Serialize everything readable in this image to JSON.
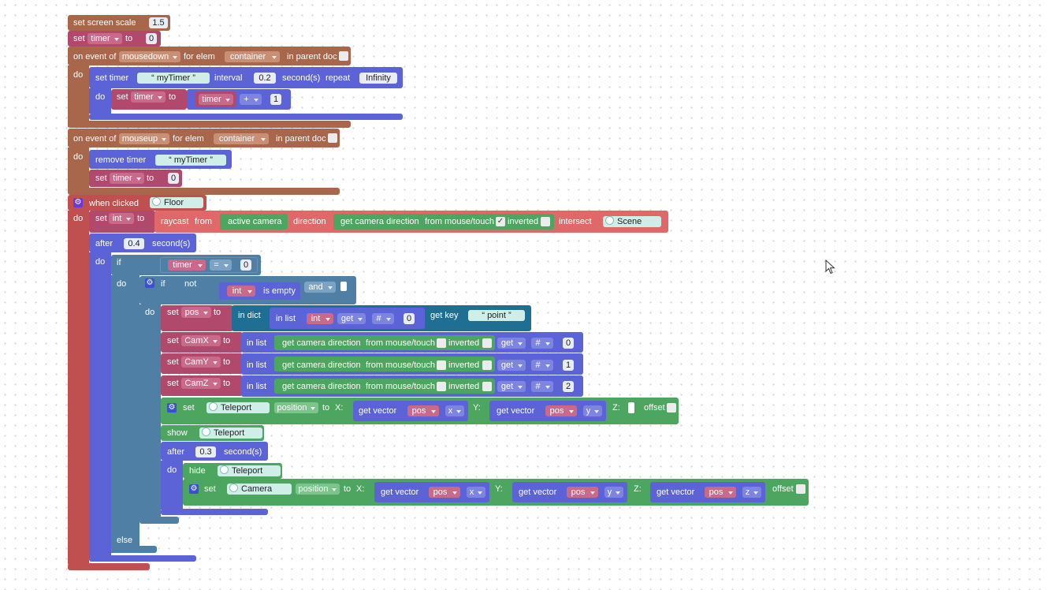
{
  "colors": {
    "brown": "#a8674a",
    "pink": "#b0496b",
    "red": "#c05050",
    "indigo": "#5b63d6",
    "steel": "#4f7fa4",
    "green": "#4ca65f",
    "teal": "#1f6f95"
  },
  "screen_scale": {
    "label": "set screen scale",
    "value": "1.5"
  },
  "init_timer": {
    "set": "set",
    "var": "timer",
    "to": "to",
    "value": "0"
  },
  "mousedown": {
    "label": "on event of",
    "event": "mousedown",
    "for_elem": "for elem",
    "elem": "container",
    "in_parent": "in parent doc",
    "do": "do",
    "set_timer": {
      "label": "set timer",
      "name": "myTimer",
      "interval": "interval",
      "interval_value": "0.2",
      "seconds": "second(s)",
      "repeat": "repeat",
      "repeat_value": "Infinity",
      "do": "do"
    },
    "inner": {
      "set": "set",
      "var": "timer",
      "to": "to",
      "lhs": "timer",
      "op": "+",
      "rhs": "1"
    }
  },
  "mouseup": {
    "label": "on event of",
    "event": "mouseup",
    "for_elem": "for elem",
    "elem": "container",
    "in_parent": "in parent doc",
    "do": "do",
    "remove": {
      "label": "remove timer",
      "name": "myTimer"
    },
    "reset": {
      "set": "set",
      "var": "timer",
      "to": "to",
      "value": "0"
    }
  },
  "clicked": {
    "label": "when clicked",
    "object": "Floor",
    "do": "do",
    "set_int": {
      "set": "set",
      "var": "int",
      "to": "to",
      "raycast": "raycast",
      "from": "from",
      "camera": "active camera",
      "direction": "direction",
      "get_dir": "get camera direction",
      "from_mouse": "from mouse/touch",
      "inverted": "inverted",
      "intersect": "intersect",
      "scene": "Scene"
    },
    "after1": {
      "label": "after",
      "value": "0.4",
      "seconds": "second(s)",
      "do": "do"
    },
    "if1": {
      "if": "if",
      "do": "do",
      "else": "else",
      "lhs": "timer",
      "op": "=",
      "rhs": "0"
    },
    "if2": {
      "if": "if",
      "not": "not",
      "var": "int",
      "is_empty": "is empty",
      "and": "and",
      "do": "do"
    },
    "set_pos": {
      "set": "set",
      "var": "pos",
      "to": "to",
      "in_dict": "in dict",
      "in_list": "in list",
      "list_var": "int",
      "get": "get",
      "hash": "#",
      "index": "0",
      "get_key": "get key",
      "key": "point"
    },
    "cams": [
      {
        "set": "set",
        "var": "CamX",
        "to": "to",
        "in_list": "in list",
        "get_dir": "get camera direction",
        "from_mouse": "from mouse/touch",
        "inverted": "inverted",
        "get": "get",
        "hash": "#",
        "index": "0"
      },
      {
        "set": "set",
        "var": "CamY",
        "to": "to",
        "in_list": "in list",
        "get_dir": "get camera direction",
        "from_mouse": "from mouse/touch",
        "inverted": "inverted",
        "get": "get",
        "hash": "#",
        "index": "1"
      },
      {
        "set": "set",
        "var": "CamZ",
        "to": "to",
        "in_list": "in list",
        "get_dir": "get camera direction",
        "from_mouse": "from mouse/touch",
        "inverted": "inverted",
        "get": "get",
        "hash": "#",
        "index": "2"
      }
    ],
    "set_teleport": {
      "set": "set",
      "object": "Teleport",
      "prop": "position",
      "to": "to",
      "x": "X:",
      "y": "Y:",
      "z": "Z:",
      "get_vector": "get vector",
      "pos": "pos",
      "ax": "x",
      "ay": "y",
      "offset": "offset"
    },
    "show": {
      "label": "show",
      "object": "Teleport"
    },
    "after2": {
      "label": "after",
      "value": "0.3",
      "seconds": "second(s)",
      "do": "do"
    },
    "hide": {
      "label": "hide",
      "object": "Teleport"
    },
    "set_camera": {
      "set": "set",
      "object": "Camera",
      "prop": "position",
      "to": "to",
      "x": "X:",
      "y": "Y:",
      "z": "Z:",
      "get_vector": "get vector",
      "pos": "pos",
      "ax": "x",
      "ay": "y",
      "az": "z",
      "offset": "offset"
    }
  }
}
